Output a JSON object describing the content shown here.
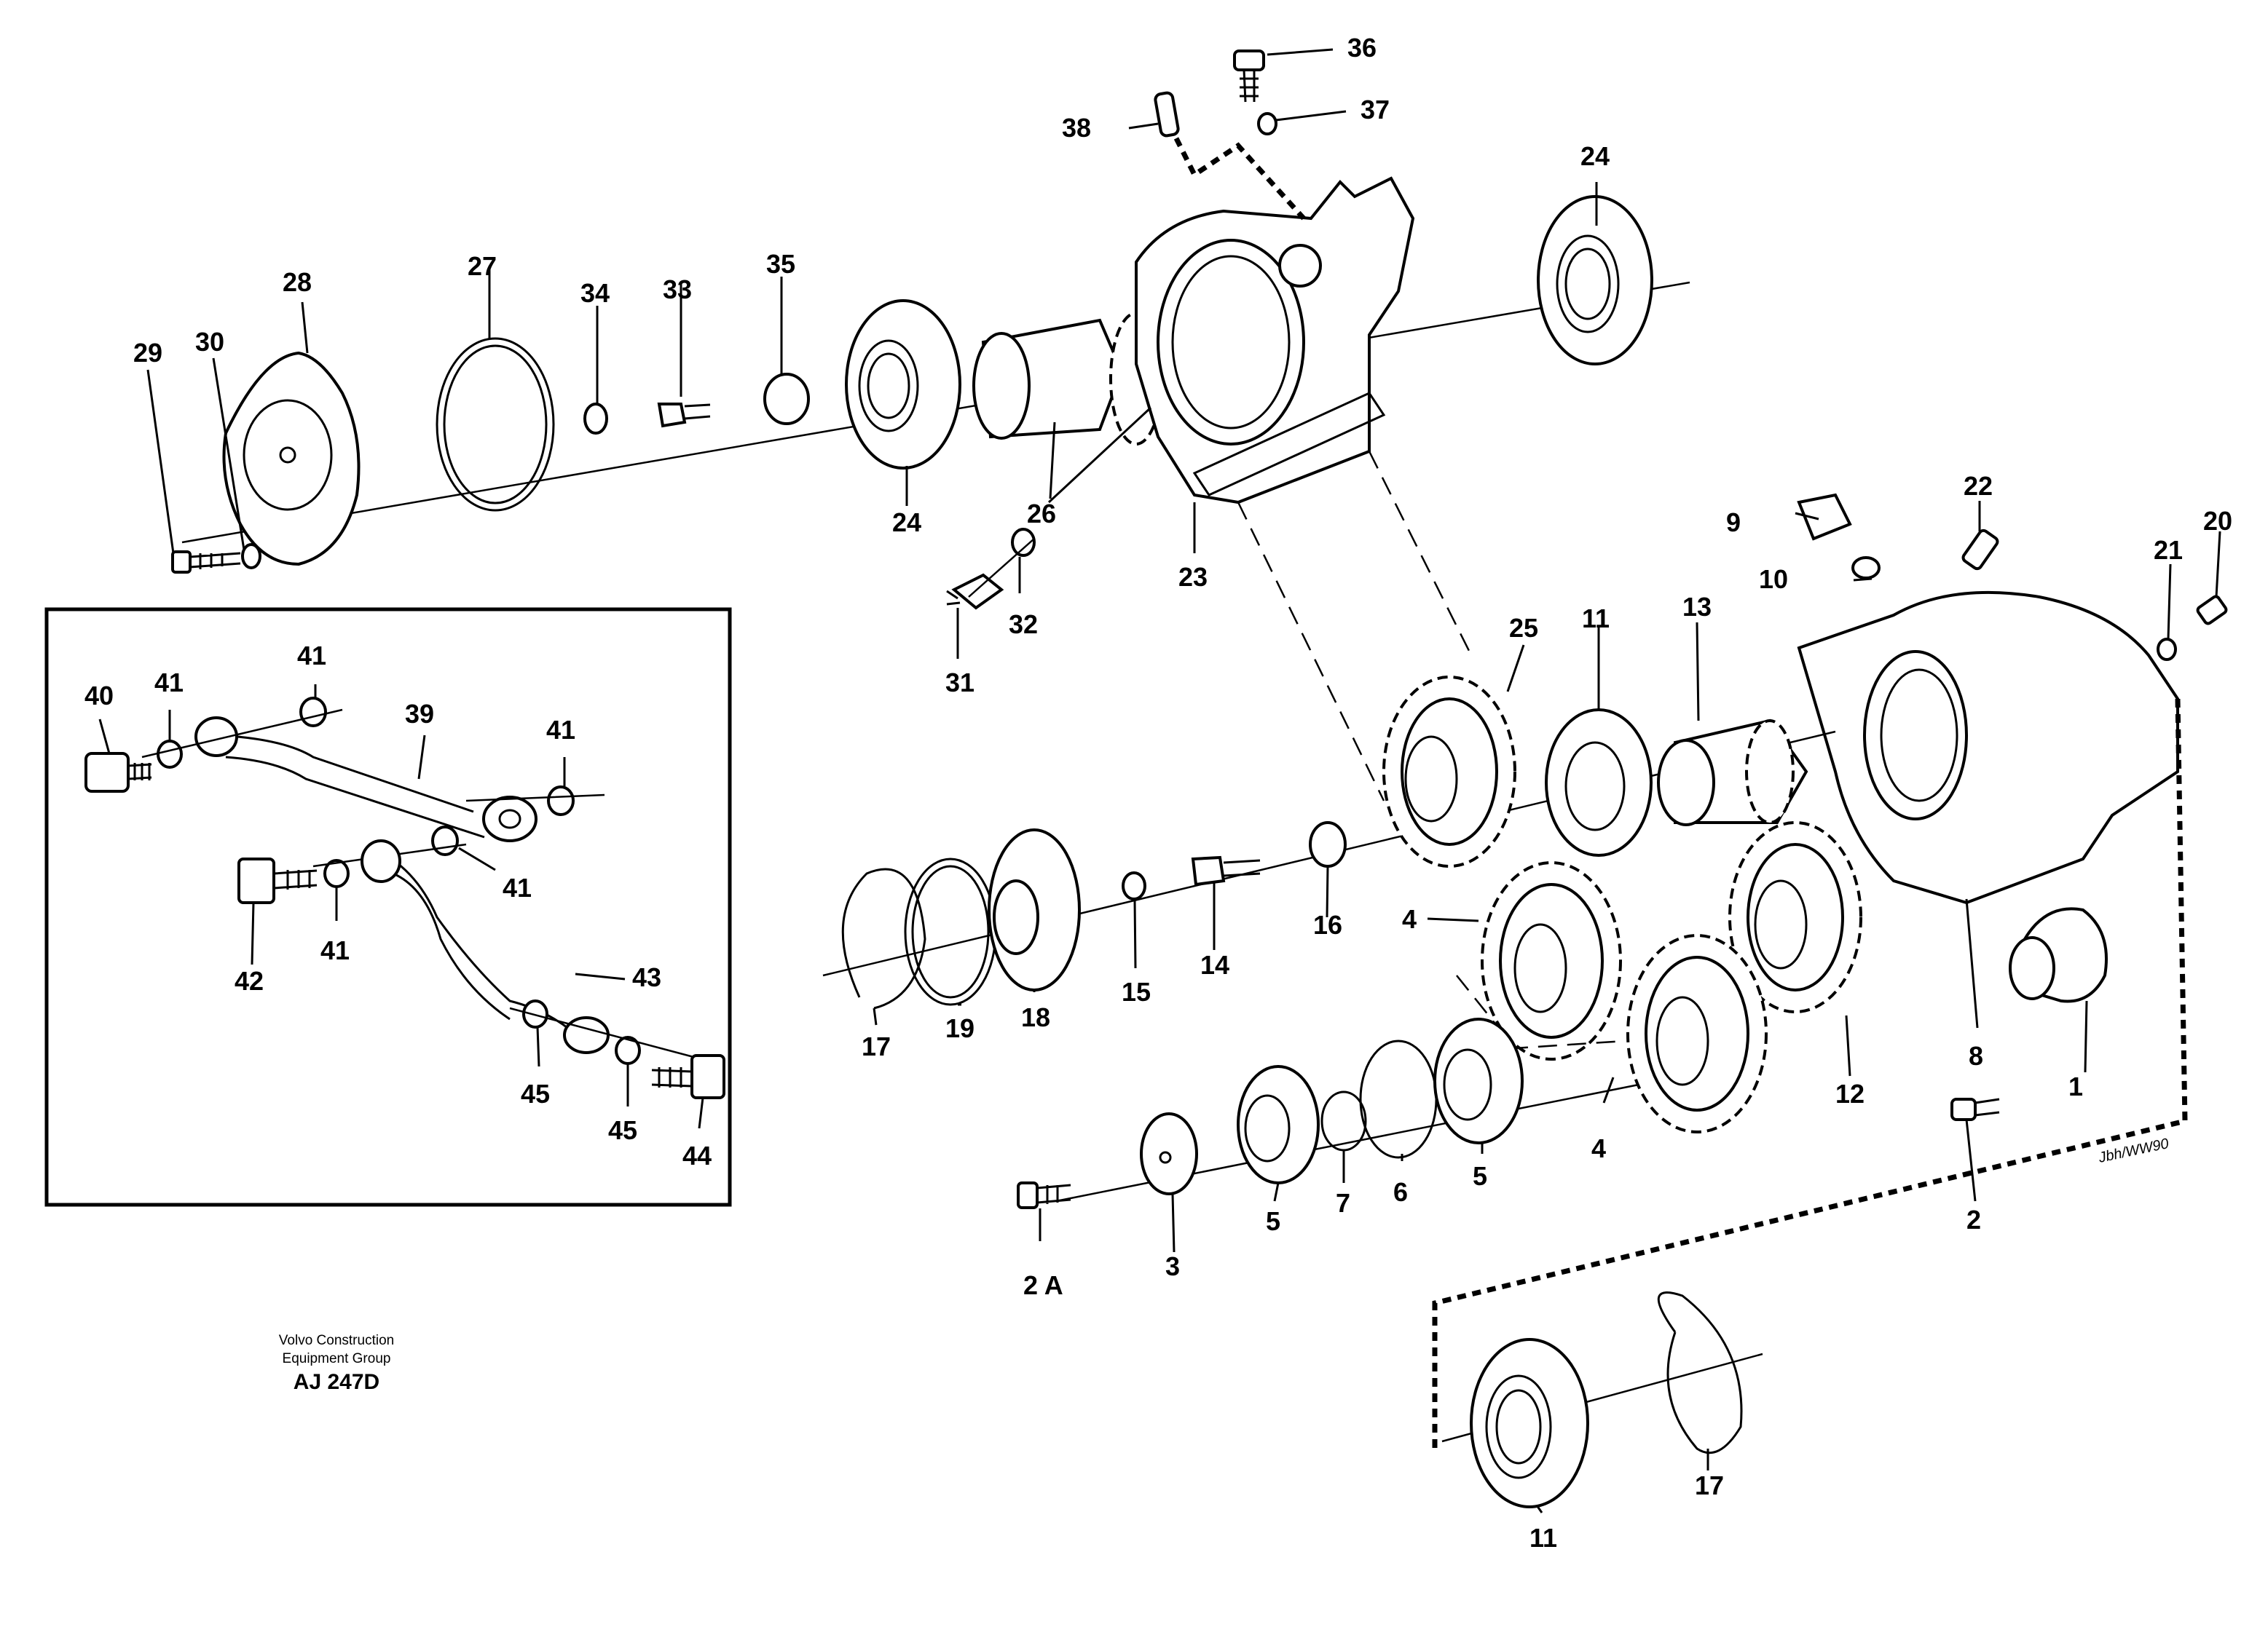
{
  "labels": [
    "1",
    "2",
    "2 A",
    "3",
    "4",
    "4",
    "5",
    "5",
    "6",
    "7",
    "8",
    "9",
    "10",
    "11",
    "11",
    "11",
    "12",
    "13",
    "14",
    "15",
    "16",
    "17",
    "17",
    "18",
    "19",
    "20",
    "21",
    "22",
    "23",
    "24",
    "24",
    "25",
    "26",
    "27",
    "28",
    "29",
    "30",
    "31",
    "32",
    "33",
    "34",
    "35",
    "36",
    "37",
    "38",
    "39",
    "40",
    "41",
    "41",
    "41",
    "41",
    "41",
    "41",
    "42",
    "43",
    "44",
    "45",
    "45"
  ],
  "footer": {
    "company_line1": "Volvo Construction",
    "company_line2": "Equipment Group",
    "ref": "AJ 247D"
  },
  "signature": "Jbh/WW90"
}
